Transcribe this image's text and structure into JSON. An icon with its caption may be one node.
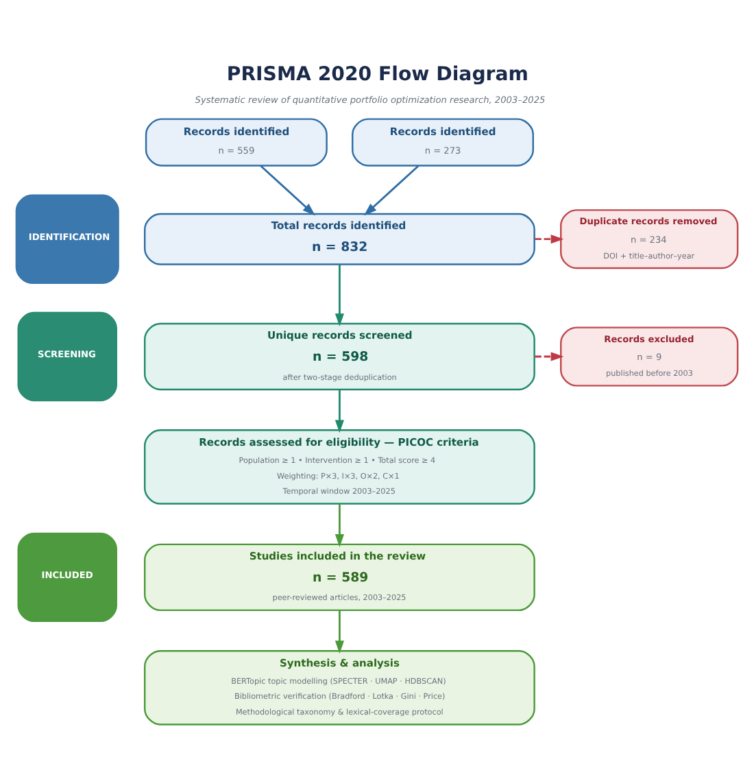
{
  "diagram": {
    "title": "PRISMA 2020 Flow Diagram",
    "caption": "Systematic review of quantitative portfolio optimization research, 2003–2025",
    "nodes": [
      {
        "text": [
          "IDENTIFICATION"
        ]
      },
      {
        "text": [
          "Records identified",
          "n = 559"
        ]
      },
      {
        "text": [
          "Records identified",
          "n = 273"
        ]
      },
      {
        "text": [
          "Total records identified",
          "n = 832"
        ]
      },
      {
        "text": [
          "Duplicate records removed",
          "n = 234",
          "DOI + title–author–year"
        ]
      },
      {
        "text": [
          "SCREENING"
        ]
      },
      {
        "text": [
          "Unique records screened",
          "n = 598",
          "after two-stage deduplication"
        ]
      },
      {
        "text": [
          "Records excluded",
          "n = 9",
          "published before 2003"
        ]
      },
      {
        "text": [
          "Records assessed for eligibility — PICOC criteria",
          "Population ≥ 1 • Intervention ≥ 1 • Total score ≥ 4",
          "Weighting: P×3, I×3, O×2, C×1",
          "Temporal window 2003–2025"
        ]
      },
      {
        "text": [
          "INCLUDED"
        ]
      },
      {
        "text": [
          "Studies included in the review",
          "n = 589",
          "peer-reviewed articles, 2003–2025"
        ]
      },
      {
        "text": [
          "Synthesis & analysis",
          "BERTopic topic modelling (SPECTER · UMAP · HDBSCAN)",
          "Bibliometric verification (Bradford · Lotka · Gini · Price)",
          "Methodological taxonomy & lexical-coverage protocol"
        ]
      }
    ],
    "edges": [
      {
        "from": 1,
        "to": 3,
        "arrow": "to",
        "color": "#2f6ea5"
      },
      {
        "from": 2,
        "to": 3,
        "arrow": "to",
        "color": "#2f6ea5"
      },
      {
        "from": 3,
        "to": 4,
        "arrow": "to",
        "style": "dashed",
        "color": "#bf3a44"
      },
      {
        "from": 3,
        "to": 6,
        "arrow": "to",
        "color": "#1f8a6c"
      },
      {
        "from": 6,
        "to": 7,
        "arrow": "to",
        "style": "dashed",
        "color": "#bf3a44"
      },
      {
        "from": 6,
        "to": 8,
        "arrow": "to",
        "color": "#1f8a6c"
      },
      {
        "from": 8,
        "to": 10,
        "arrow": "to",
        "color": "#4b9a3a"
      },
      {
        "from": 10,
        "to": 11,
        "arrow": "to",
        "color": "#4b9a3a"
      }
    ]
  }
}
